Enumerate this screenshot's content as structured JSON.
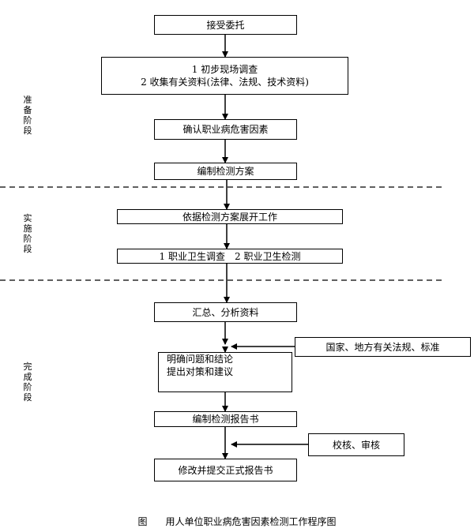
{
  "stages": {
    "prep": [
      "准",
      "备",
      "阶",
      "段"
    ],
    "impl": [
      "实",
      "施",
      "阶",
      "段"
    ],
    "done": [
      "完",
      "成",
      "阶",
      "段"
    ]
  },
  "boxes": {
    "accept": "接受委托",
    "survey_line1": "1 初步现场调查",
    "survey_line2": "2 收集有关资料(法律、法规、技术资料)",
    "confirm": "确认职业病危害因素",
    "plan": "编制检测方案",
    "execute": "依据检测方案展开工作",
    "hygiene": "1 职业卫生调查　2 职业卫生检测",
    "summary": "汇总、分析资料",
    "standards": "国家、地方有关法规、标准",
    "conclude_line1": "明确问题和结论",
    "conclude_line2": "提出对策和建议",
    "report": "编制检测报告书",
    "review": "校核、审核",
    "final": "修改并提交正式报告书"
  },
  "caption": {
    "label": "图",
    "title": "用人单位职业病危害因素检测工作程序图"
  }
}
